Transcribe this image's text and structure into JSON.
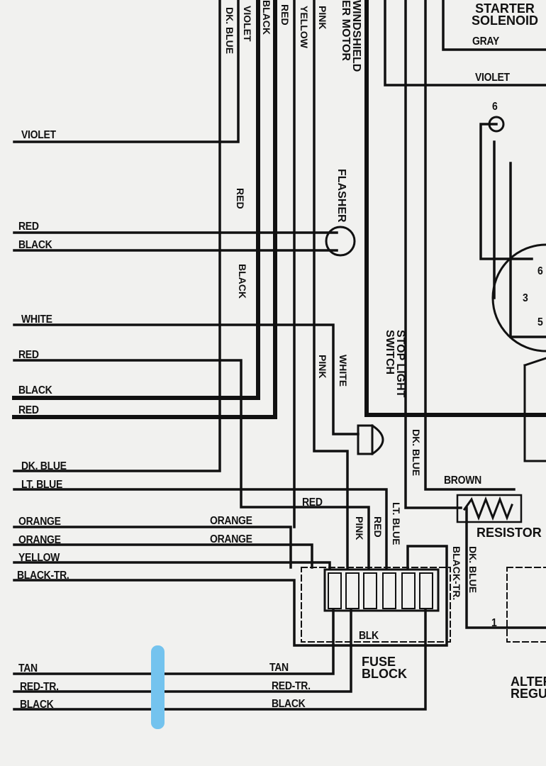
{
  "components": {
    "starter_solenoid": "STARTER\nSOLENOID",
    "windshield_wiper_motor": "WINDSHIELD\nER MOTOR",
    "flasher": "FLASHER",
    "stop_light_switch": "STOP LIGHT\nSWITCH",
    "resistor": "RESISTOR",
    "fuse_block": "FUSE\nBLOCK",
    "alternator_regulator": "ALTER\nREGU",
    "blk_tag": "BLK"
  },
  "terminals": {
    "t6_top": "6",
    "t6_ign": "6",
    "t3": "3",
    "t5": "5",
    "t1": "1"
  },
  "left_wires": [
    "VIOLET",
    "RED",
    "BLACK",
    "WHITE",
    "RED",
    "BLACK",
    "RED",
    "DK. BLUE",
    "LT. BLUE",
    "ORANGE",
    "ORANGE",
    "YELLOW",
    "BLACK-TR.",
    "TAN",
    "RED-TR.",
    "BLACK"
  ],
  "top_wires": [
    "DK. BLUE",
    "VIOLET",
    "BLACK",
    "RED",
    "YELLOW",
    "PINK"
  ],
  "inner_labels": {
    "gray": "GRAY",
    "violet_sol": "VIOLET",
    "red_flasher": "RED",
    "black_flasher": "BLACK",
    "pink": "PINK",
    "white": "WHITE",
    "dk_blue_mid": "DK. BLUE",
    "brown": "BROWN",
    "red_fuse": "RED",
    "orange1": "ORANGE",
    "orange2": "ORANGE",
    "pink_fuse": "PINK",
    "red_fuse_v": "RED",
    "lt_blue": "LT. BLUE",
    "black_tr": "BLACK-TR.",
    "dk_blue_res": "DK. BLUE",
    "tan": "TAN",
    "red_tr": "RED-TR.",
    "black_bottom": "BLACK"
  },
  "colors": {
    "ink": "#111111",
    "paper": "#f1f1ef",
    "marker": "#74c3ee"
  }
}
